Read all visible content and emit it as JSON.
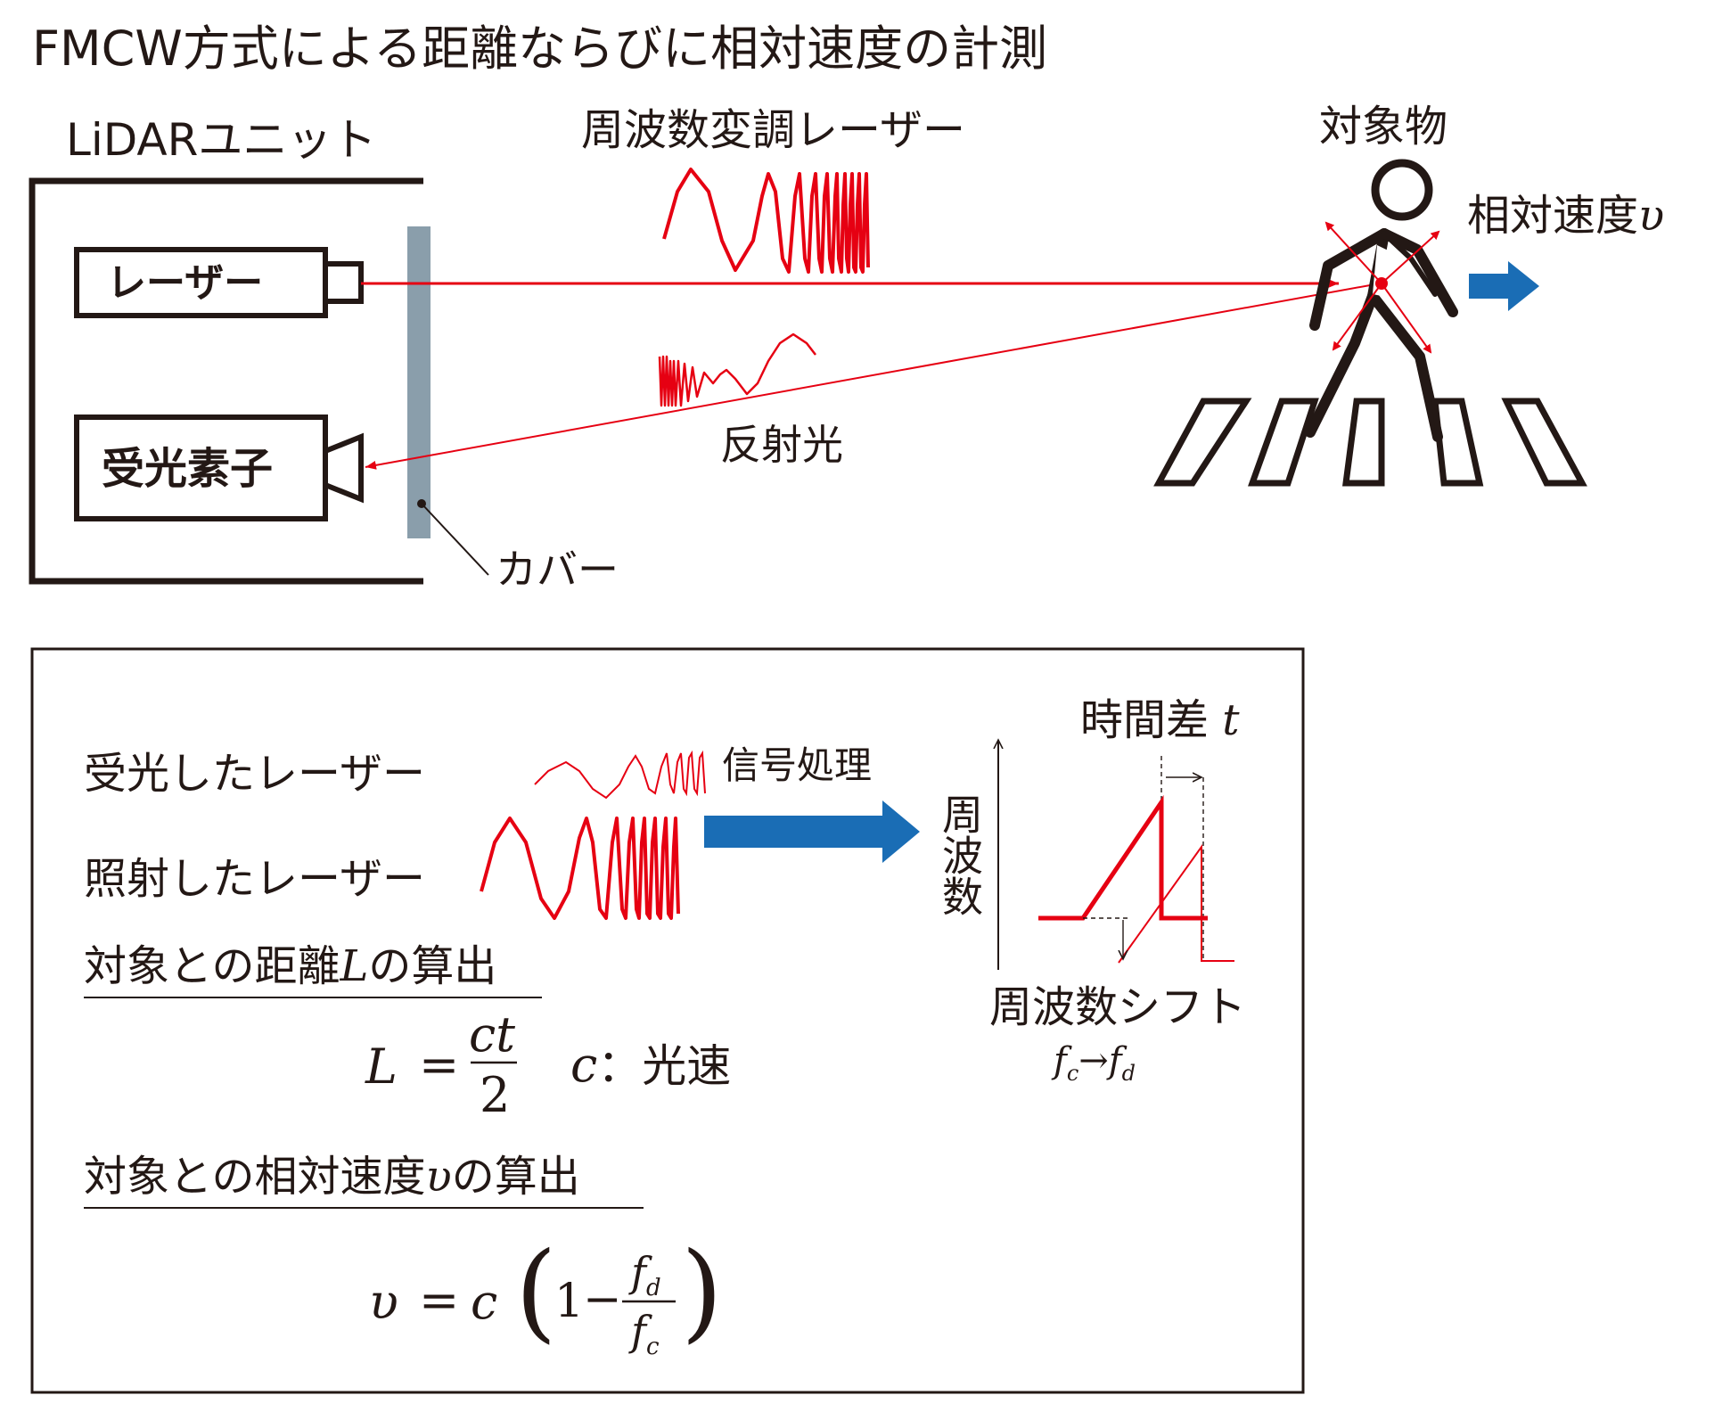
{
  "title": "FMCW方式による距離ならびに相対速度の計測",
  "lidar": {
    "unit_label": "LiDARユニット",
    "laser_label": "レーザー",
    "receiver_label": "受光素子",
    "cover_label": "カバー"
  },
  "beam": {
    "modulated_label": "周波数変調レーザー",
    "reflected_label": "反射光"
  },
  "target": {
    "label": "対象物",
    "velocity_label": "相対速度",
    "velocity_symbol": "υ"
  },
  "panel": {
    "received_label": "受光したレーザー",
    "emitted_label": "照射したレーザー",
    "processing_label": "信号処理",
    "time_diff_label": "時間差",
    "time_diff_symbol": "t",
    "freq_axis_label": "周波数",
    "freq_shift_label": "周波数シフト",
    "shift_fc": "f",
    "shift_fc_sub": "c",
    "shift_arrow": "→",
    "shift_fd": "f",
    "shift_fd_sub": "d",
    "distance_heading_pre": "対象との距離",
    "distance_heading_var": "L",
    "distance_heading_post": "の算出",
    "distance_formula": {
      "lhs": "L",
      "eq": "=",
      "numerator": "ct",
      "denominator": "2",
      "c_symbol": "c",
      "colon": "：",
      "c_meaning": "光速"
    },
    "velocity_heading_pre": "対象との相対速度",
    "velocity_heading_var": "υ",
    "velocity_heading_post": "の算出",
    "velocity_formula": {
      "lhs": "υ",
      "eq": "=",
      "c": "c",
      "lparen": "(",
      "one": "1",
      "minus": "−",
      "num_f": "f",
      "num_sub": "d",
      "den_f": "f",
      "den_sub": "c",
      "rparen": ")"
    }
  },
  "colors": {
    "ink": "#231815",
    "laser_red": "#e60012",
    "arrow_blue": "#1a6db5",
    "cover_gray": "#8a9eab"
  }
}
